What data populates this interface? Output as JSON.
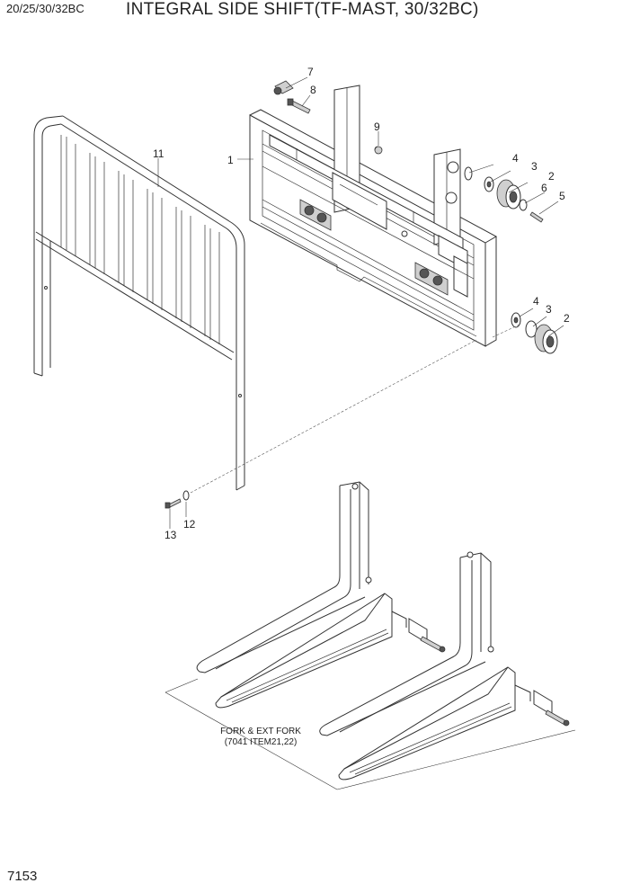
{
  "header": {
    "model": "20/25/30/32BC",
    "title": "INTEGRAL SIDE SHIFT(TF-MAST, 30/32BC)"
  },
  "page_number": "7153",
  "fork_note": {
    "line1": "FORK & EXT FORK",
    "line2": "(7041 ITEM21,22)"
  },
  "callouts": [
    {
      "id": "c1",
      "label": "1"
    },
    {
      "id": "c2a",
      "label": "2"
    },
    {
      "id": "c2b",
      "label": "2"
    },
    {
      "id": "c3a",
      "label": "3"
    },
    {
      "id": "c3b",
      "label": "3"
    },
    {
      "id": "c4a",
      "label": "4"
    },
    {
      "id": "c4b",
      "label": "4"
    },
    {
      "id": "c5",
      "label": "5"
    },
    {
      "id": "c6",
      "label": "6"
    },
    {
      "id": "c7",
      "label": "7"
    },
    {
      "id": "c8",
      "label": "8"
    },
    {
      "id": "c9",
      "label": "9"
    },
    {
      "id": "c11",
      "label": "11"
    },
    {
      "id": "c12",
      "label": "12"
    },
    {
      "id": "c13",
      "label": "13"
    }
  ]
}
